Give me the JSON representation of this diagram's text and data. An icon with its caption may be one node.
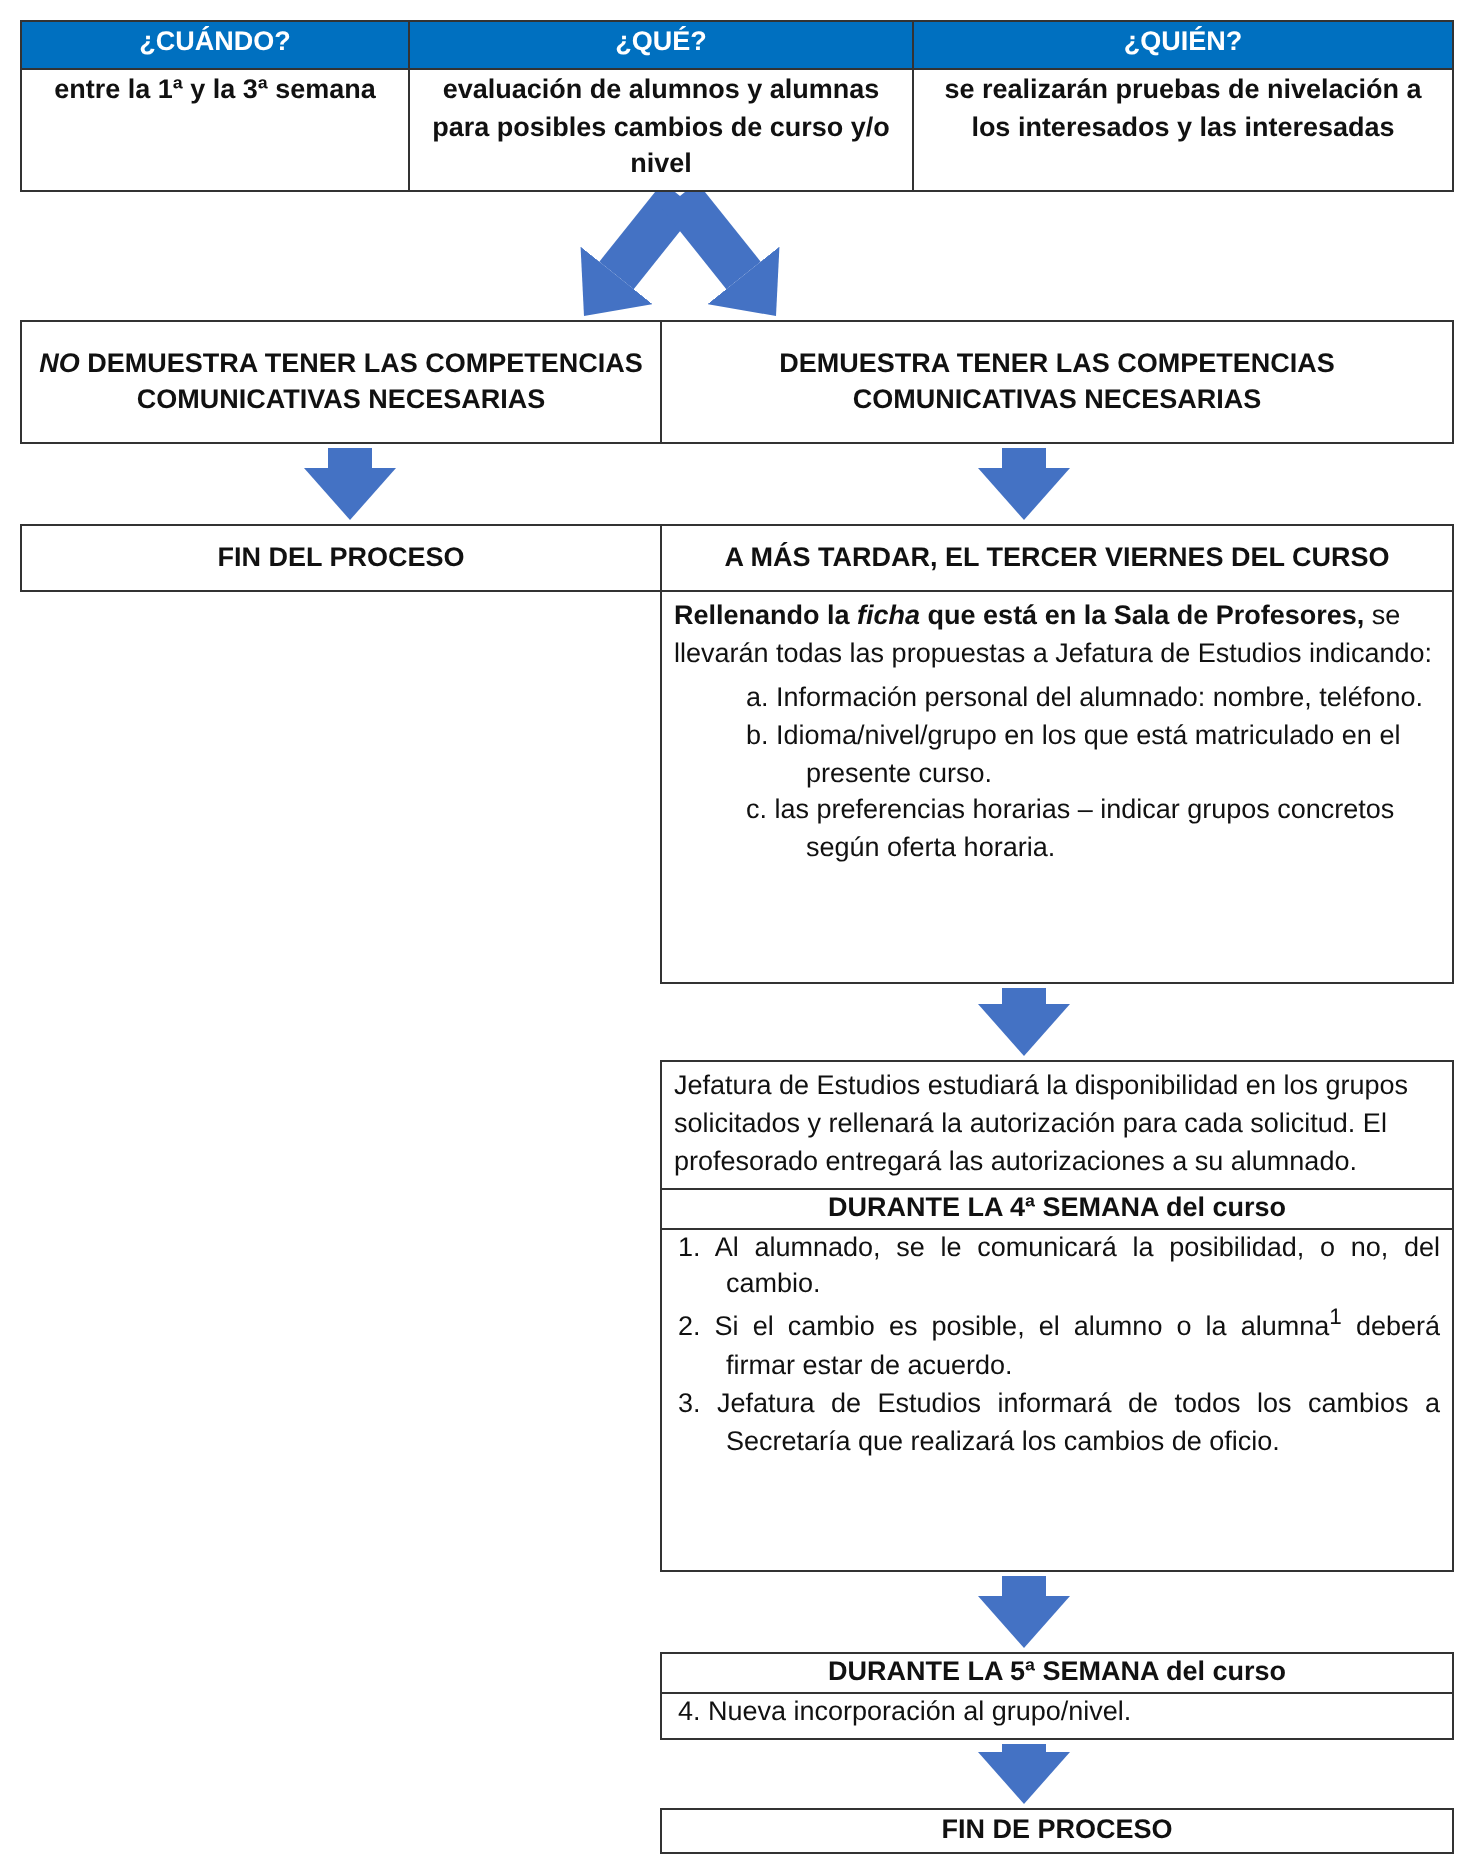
{
  "diagram": {
    "nodes": [
      {
        "text": [
          "¿CUÁNDO?",
          "¿QUÉ?",
          "¿QUIÉN?",
          "entre la 1ª y la 3ª semana",
          "evaluación de alumnos y alumnas para posibles cambios de curso y/o nivel",
          "se realizarán pruebas de nivelación a los interesados y las interesadas"
        ]
      },
      {
        "text": [
          "*NO* DEMUESTRA TENER LAS COMPETENCIAS COMUNICATIVAS NECESARIAS"
        ]
      },
      {
        "text": [
          "DEMUESTRA TENER LAS COMPETENCIAS COMUNICATIVAS NECESARIAS"
        ]
      },
      {
        "text": [
          "FIN DEL PROCESO"
        ]
      },
      {
        "text": [
          "A MÁS TARDAR, EL TERCER VIERNES DEL CURSO"
        ]
      },
      {
        "text": [
          "**Rellenando la *ficha* que está en la Sala de Profesores,** se llevarán todas las propuestas a Jefatura de Estudios indicando:",
          "a. Información personal del alumnado: nombre, teléfono.",
          "b. Idioma/nivel/grupo en los que está matriculado en el presente curso.",
          "c. las preferencias horarias – indicar grupos concretos según oferta horaria."
        ]
      },
      {
        "text": [
          "Jefatura de Estudios estudiará la disponibilidad en los grupos solicitados y rellenará la autorización para cada solicitud. El profesorado entregará las autorizaciones a su alumnado.",
          "DURANTE LA 4ª SEMANA del curso",
          "1. Al alumnado, se le comunicará la posibilidad, o no, del cambio.",
          "2. Si el cambio es posible, el alumno o la alumna$^{1}$ deberá firmar estar de acuerdo.",
          "3. Jefatura de Estudios informará de todos los cambios a Secretaría que realizará los cambios de oficio."
        ]
      },
      {
        "text": [
          "DURANTE LA 5ª SEMANA del curso",
          "4. Nueva incorporación al grupo/nivel."
        ]
      },
      {
        "text": [
          "FIN DE PROCESO"
        ]
      }
    ],
    "edges": [
      {
        "from": 0,
        "to": 1,
        "arrow": "to"
      },
      {
        "from": 0,
        "to": 2,
        "arrow": "to"
      },
      {
        "from": 1,
        "to": 3,
        "arrow": "to"
      },
      {
        "from": 2,
        "to": 4,
        "arrow": "to"
      },
      {
        "from": 5,
        "to": 6,
        "arrow": "to"
      },
      {
        "from": 6,
        "to": 7,
        "arrow": "to"
      },
      {
        "from": 7,
        "to": 8,
        "arrow": "to"
      }
    ]
  }
}
